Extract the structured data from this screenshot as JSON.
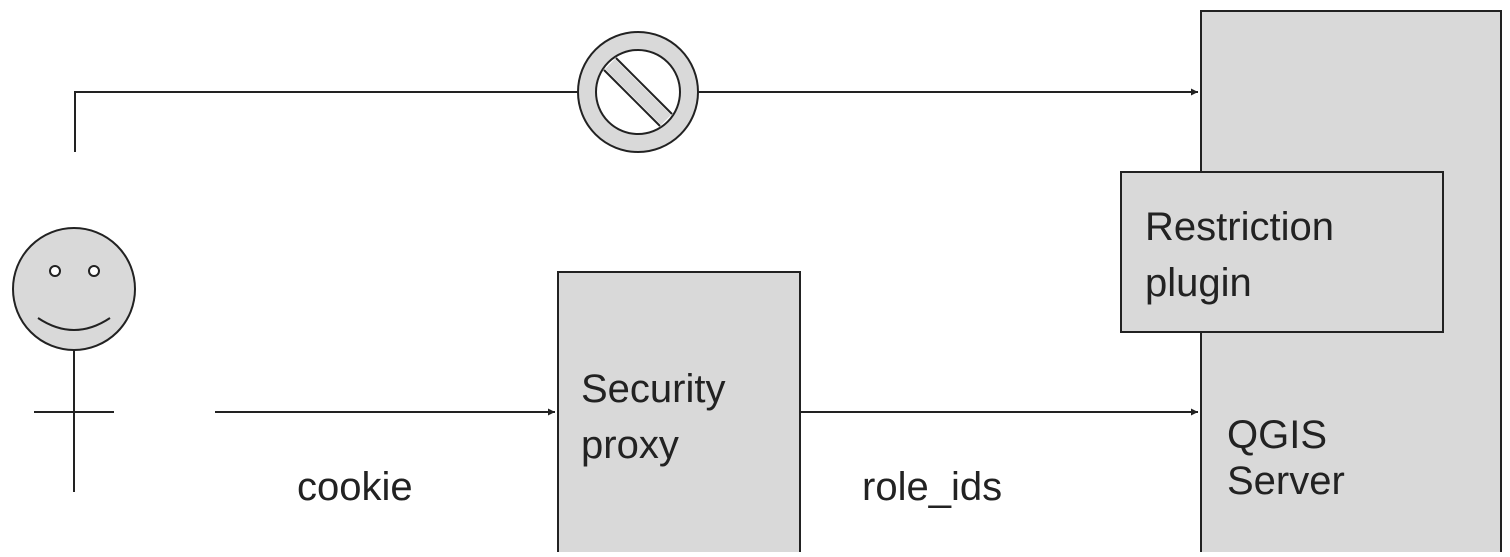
{
  "diagram": {
    "nodes": {
      "security_proxy": {
        "line1": "Security",
        "line2": "proxy"
      },
      "restriction_plugin": {
        "line1": "Restriction",
        "line2": "plugin"
      },
      "qgis_server": {
        "line1": "QGIS",
        "line2": "Server"
      }
    },
    "edges": {
      "user_to_proxy": {
        "label": "cookie"
      },
      "proxy_to_server": {
        "label": "role_ids"
      }
    },
    "icons": {
      "user": "smiley-stick-figure-icon",
      "blocked": "prohibited-icon"
    },
    "colors": {
      "box_fill": "#d9d9d9",
      "stroke": "#222222",
      "text": "#222222"
    }
  }
}
